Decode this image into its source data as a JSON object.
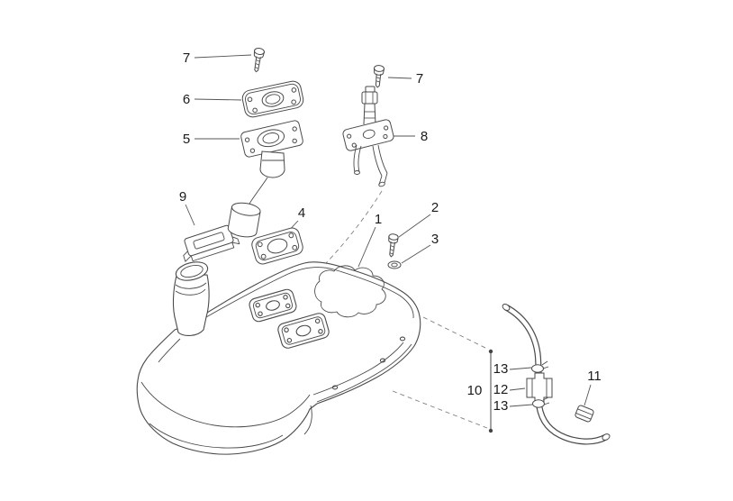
{
  "figure": {
    "description": "Exploded parts line diagram of a fuel tank assembly with numbered callouts",
    "background_color": "#ffffff",
    "line_color": "#4a4a4a",
    "label_color": "#1a1a1a"
  },
  "callouts": {
    "c1": "1",
    "c2": "2",
    "c3": "3",
    "c4": "4",
    "c5": "5",
    "c6": "6",
    "c7_left": "7",
    "c7_right": "7",
    "c8": "8",
    "c9": "9",
    "c10": "10",
    "c11": "11",
    "c12": "12",
    "c13_top": "13",
    "c13_bottom": "13"
  }
}
